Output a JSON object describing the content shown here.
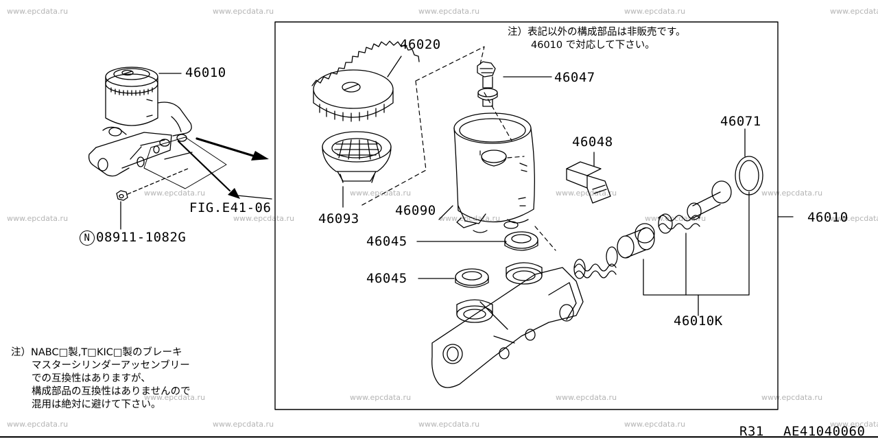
{
  "watermark_text": "www.epcdata.ru",
  "colors": {
    "line": "#000000",
    "watermark": "#b4b4b4",
    "background": "#ffffff"
  },
  "parts": {
    "p46010_left": "46010",
    "p46010_right": "46010",
    "p46020": "46020",
    "p46047": "46047",
    "p46048": "46048",
    "p46071": "46071",
    "p46090": "46090",
    "p46093": "46093",
    "p46045_a": "46045",
    "p46045_b": "46045",
    "p46010k": "46010K"
  },
  "fig_ref": "FIG.E41-06",
  "nut": {
    "symbol": "N",
    "number": "08911-1082G"
  },
  "note_top": {
    "line1": "注）表記以外の構成部品は非販売です。",
    "line2": "46010 で対応して下さい。"
  },
  "note_bottom": {
    "line1": "注）NABC□製,T□KIC□製のブレーキ",
    "line2": "マスターシリンダーアッセンブリー",
    "line3": "での互換性はありますが、",
    "line4": "構成部品の互換性はありませんので",
    "line5": "混用は絶対に避けて下さい。"
  },
  "footer": {
    "left": "R31",
    "right": "AE41040060"
  }
}
